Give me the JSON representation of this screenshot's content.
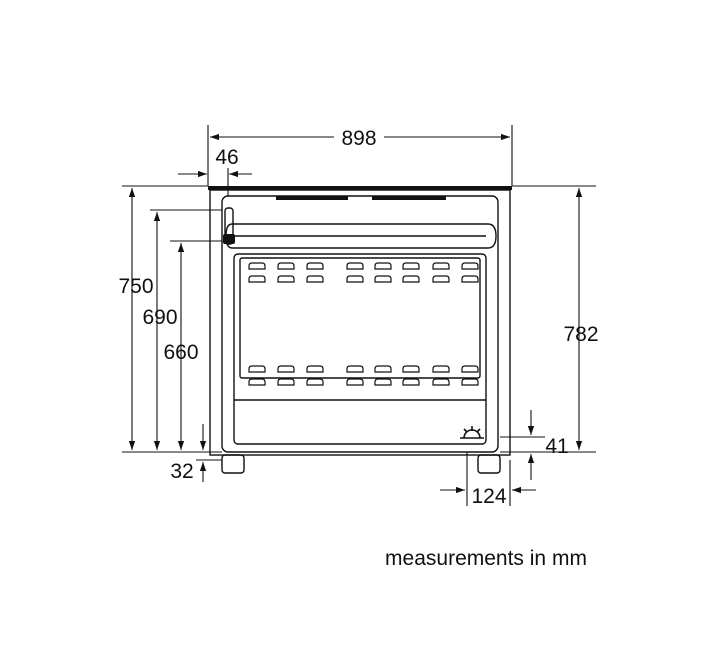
{
  "dimensions": {
    "width_overall": "898",
    "side_offset": "46",
    "height_750": "750",
    "height_690": "690",
    "height_660": "660",
    "height_782": "782",
    "foot_height": "32",
    "right_foot_offset": "41",
    "foot_spacing": "124"
  },
  "caption": "measurements in mm",
  "colors": {
    "line": "#111111",
    "background": "#ffffff"
  },
  "icons": {
    "burner_symbol": "gas-burner-icon"
  }
}
